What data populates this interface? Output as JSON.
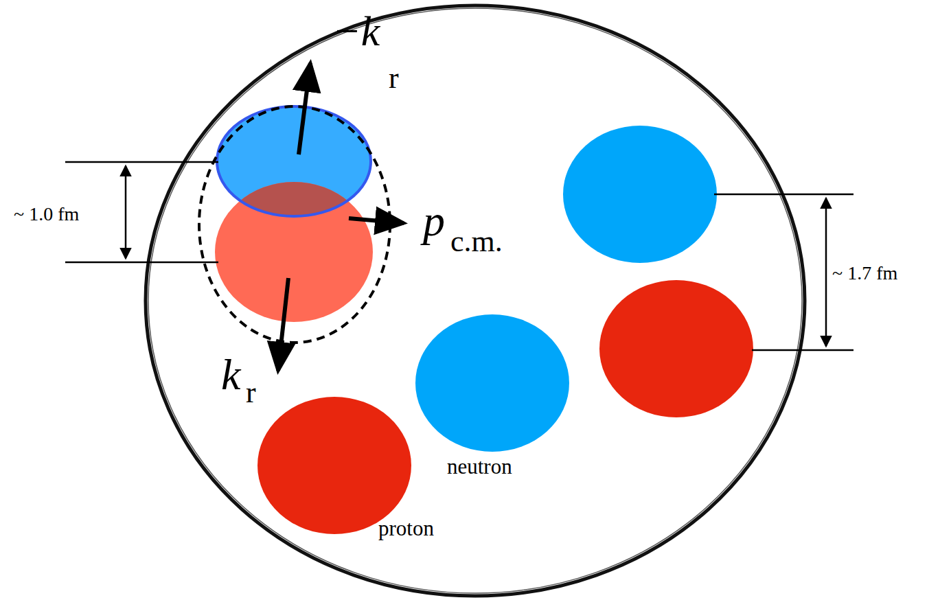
{
  "diagram": {
    "nodes": [
      {
        "text": [
          "neutron"
        ]
      },
      {
        "text": [
          "proton"
        ]
      }
    ],
    "labels": [
      "−k",
      "r",
      "p",
      "c.m.",
      "k",
      "r",
      "~ 1.0 fm",
      "~ 1.7 fm"
    ]
  }
}
